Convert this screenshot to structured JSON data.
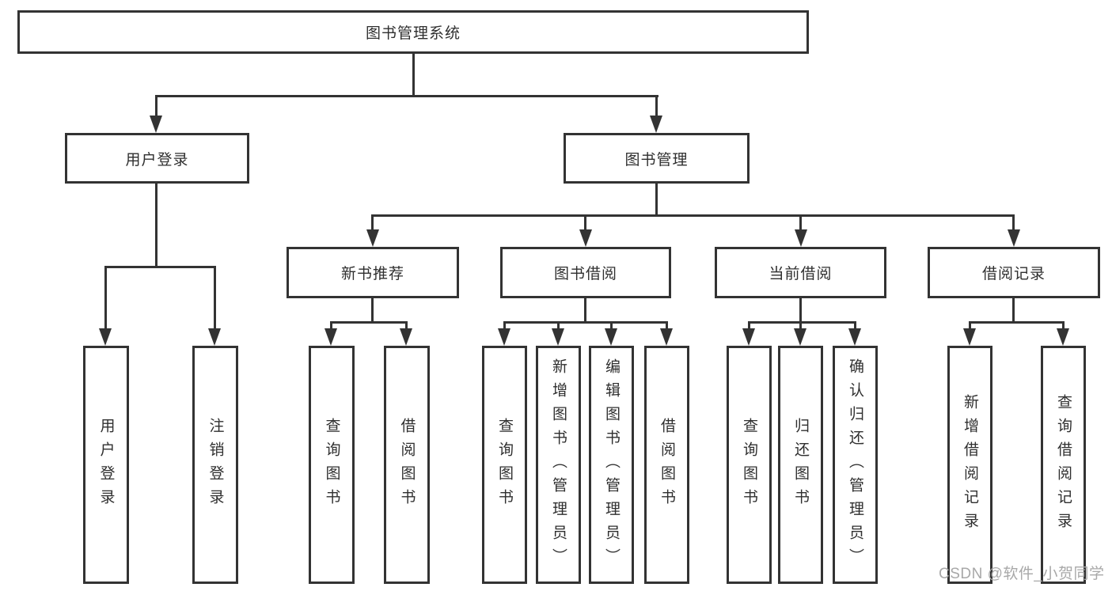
{
  "tree": {
    "label": "图书管理系统",
    "children": [
      {
        "label": "用户登录",
        "children": [
          {
            "label": "用户登录"
          },
          {
            "label": "注销登录"
          }
        ]
      },
      {
        "label": "图书管理",
        "children": [
          {
            "label": "新书推荐",
            "children": [
              {
                "label": "查询图书"
              },
              {
                "label": "借阅图书"
              }
            ]
          },
          {
            "label": "图书借阅",
            "children": [
              {
                "label": "查询图书"
              },
              {
                "label": "新增图书（管理员）"
              },
              {
                "label": "编辑图书（管理员）"
              },
              {
                "label": "借阅图书"
              }
            ]
          },
          {
            "label": "当前借阅",
            "children": [
              {
                "label": "查询图书"
              },
              {
                "label": "归还图书"
              },
              {
                "label": "确认归还（管理员）"
              }
            ]
          },
          {
            "label": "借阅记录",
            "children": [
              {
                "label": "新增借阅记录"
              },
              {
                "label": "查询借阅记录"
              }
            ]
          }
        ]
      }
    ]
  },
  "watermark": "CSDN @软件_小贺同学",
  "colors": {
    "line": "#333333",
    "text": "#2f2f2f",
    "watermark": "#a8a8a8",
    "bg": "#ffffff"
  }
}
